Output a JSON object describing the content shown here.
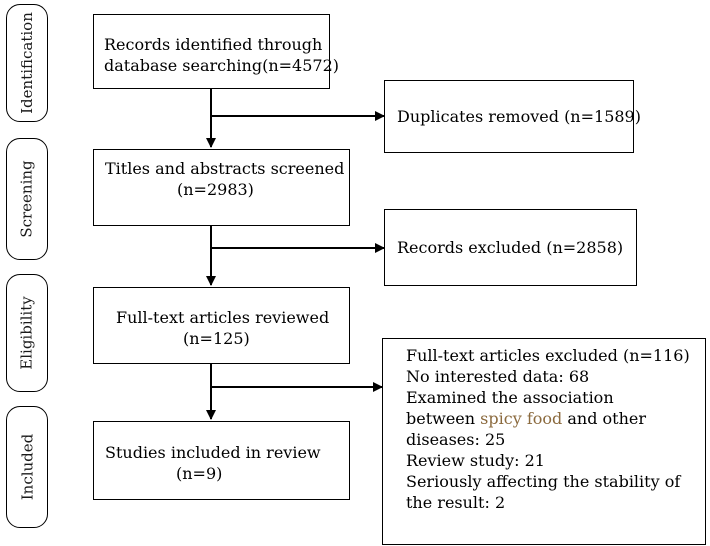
{
  "stages": {
    "identification": "Identification",
    "screening": "Screening",
    "eligibility": "Eligibility",
    "included": "Included"
  },
  "boxes": {
    "records_identified": [
      "Records identified through",
      "database searching(n=4572)"
    ],
    "duplicates_removed": "Duplicates removed (n=1589)",
    "titles_screened": [
      "Titles and abstracts screened",
      "(n=2983)"
    ],
    "records_excluded": "Records excluded (n=2858)",
    "fulltext_reviewed": [
      "Full-text articles reviewed",
      "(n=125)"
    ],
    "studies_included": [
      "Studies included in review",
      "(n=9)"
    ],
    "fulltext_excluded": {
      "heading": "Full-text articles excluded (n=116)",
      "no_data": "No interested data: 68",
      "examined_line1": "Examined the association",
      "examined_line2_pre": "between ",
      "examined_line2_highlight": "spicy food",
      "examined_line2_post": " and other",
      "examined_line3": "diseases: 25",
      "review_study": "Review study: 21",
      "stability_line1": "Seriously affecting the stability of",
      "stability_line2": "the result: 2"
    }
  },
  "colors": {
    "line": "#000000",
    "highlight_text": "#8b6a3e"
  }
}
